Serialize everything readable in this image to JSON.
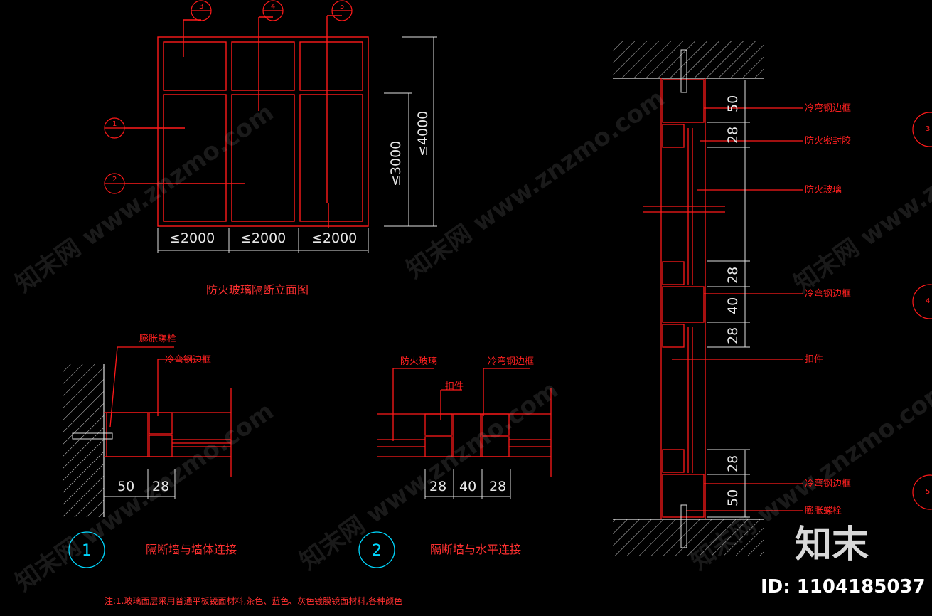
{
  "watermark": "知末网 www.znzmo.com",
  "elevation": {
    "title": "防火玻璃隔断立面图",
    "markers": [
      "3",
      "4",
      "5",
      "1",
      "2"
    ],
    "widths": [
      "≤2000",
      "≤2000",
      "≤2000"
    ],
    "heights": [
      "≤3000",
      "≤4000"
    ]
  },
  "detail1": {
    "number": "1",
    "title": "隔断墙与墙体连接",
    "labels": [
      "膨胀螺栓",
      "冷弯钢边框"
    ],
    "dims": [
      "50",
      "28"
    ]
  },
  "detail2": {
    "number": "2",
    "title": "隔断墙与水平连接",
    "labels": [
      "防火玻璃",
      "冷弯钢边框",
      "扣件"
    ],
    "dims": [
      "28",
      "40",
      "28"
    ]
  },
  "section": {
    "labels": [
      "冷弯钢边框",
      "防火密封胶",
      "防火玻璃",
      "冷弯钢边框",
      "扣件",
      "冷弯钢边框",
      "膨胀螺栓"
    ],
    "dims": [
      "50",
      "28",
      "28",
      "40",
      "28",
      "28",
      "50"
    ],
    "markers": [
      "3",
      "4",
      "5"
    ]
  },
  "notes": {
    "line1": "注:1.玻璃面层采用普通平板镜面材料,茶色、蓝色、灰色镀膜镜面材料,各种颜色"
  },
  "brand": {
    "name": "知末",
    "id": "ID: 1104185037"
  }
}
